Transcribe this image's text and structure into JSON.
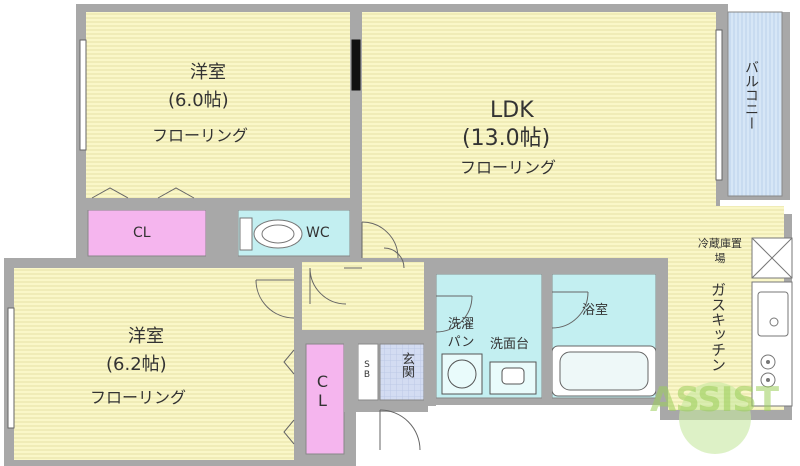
{
  "rooms": {
    "western_room_1": {
      "name": "洋室",
      "size": "(6.0帖)",
      "floor": "フローリング"
    },
    "ldk": {
      "name": "LDK",
      "size": "(13.0帖)",
      "floor": "フローリング"
    },
    "western_room_2": {
      "name": "洋室",
      "size": "(6.2帖)",
      "floor": "フローリング"
    },
    "balcony": "バルコニー",
    "closet_1": "CL",
    "closet_2": "CL",
    "wc": "WC",
    "fridge_space": "冷蔵庫置場",
    "gas_kitchen": "ガスキッチン",
    "bathroom": "浴室",
    "washer_pan": "洗濯パン",
    "washbasin": "洗面台",
    "entrance": "玄関",
    "shoe_box": "SB"
  },
  "logo": {
    "text": "ASSIST"
  },
  "colors": {
    "room_fill": "#faf7c8",
    "wall": "#9c9c9c",
    "closet": "#f5b5ee",
    "wet_area": "#c3eff1",
    "balcony": "#cfe0f3",
    "entrance": "#cfd9f2",
    "logo": "#9ccf5a"
  }
}
